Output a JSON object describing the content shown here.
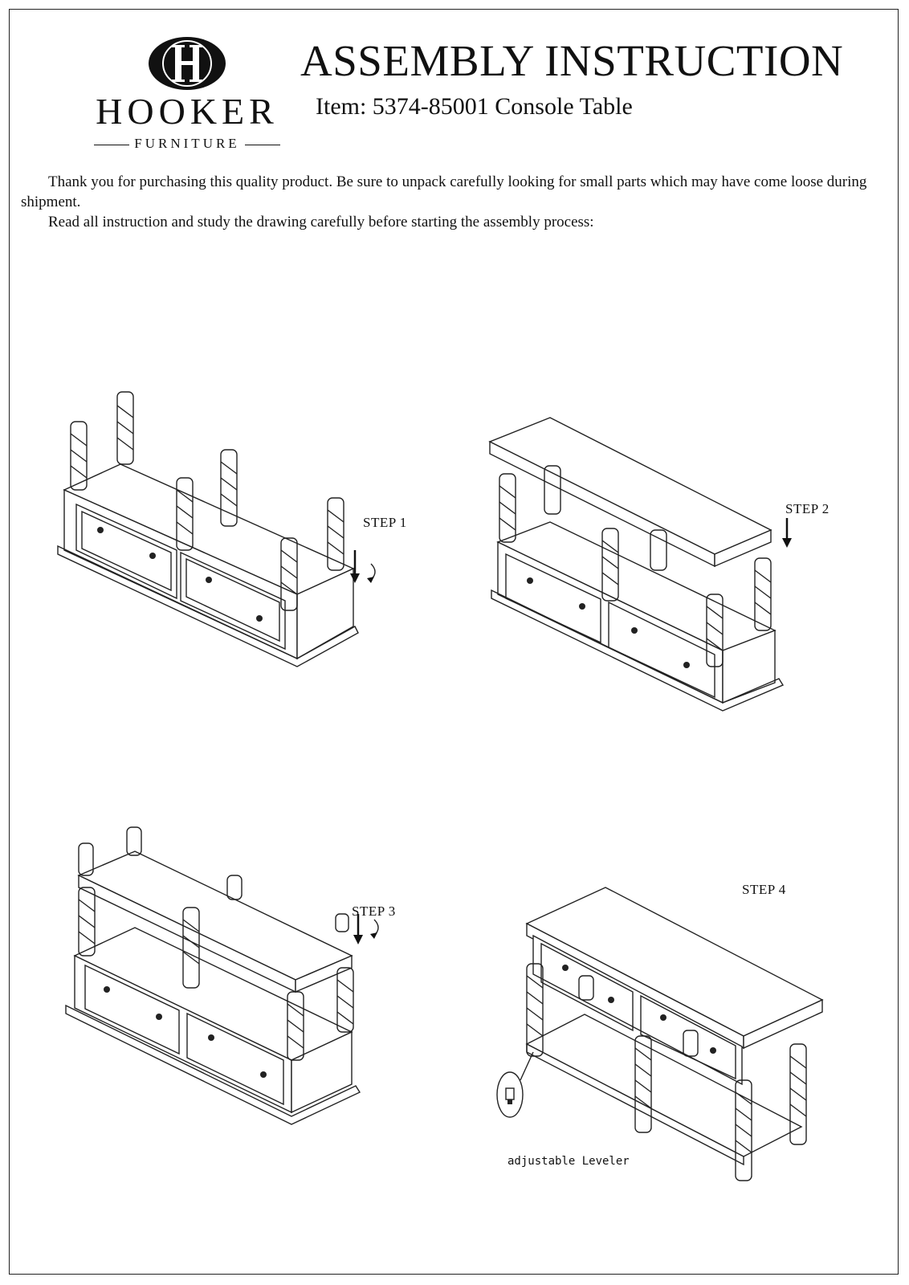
{
  "brand": {
    "name": "HOOKER",
    "tagline": "FURNITURE",
    "monogram": "H"
  },
  "header": {
    "title": "ASSEMBLY INSTRUCTION",
    "item": "Item: 5374-85001 Console Table"
  },
  "intro": {
    "paragraph_1": "Thank you for purchasing this quality product. Be sure to unpack carefully looking for small parts which may have come loose during shipment.",
    "paragraph_2": "Read all instruction and study the drawing carefully before starting the assembly process:"
  },
  "steps": [
    {
      "label": "STEP 1"
    },
    {
      "label": "STEP 2"
    },
    {
      "label": "STEP 3"
    },
    {
      "label": "STEP 4"
    }
  ],
  "callout": {
    "leveler": "adjustable Leveler"
  }
}
